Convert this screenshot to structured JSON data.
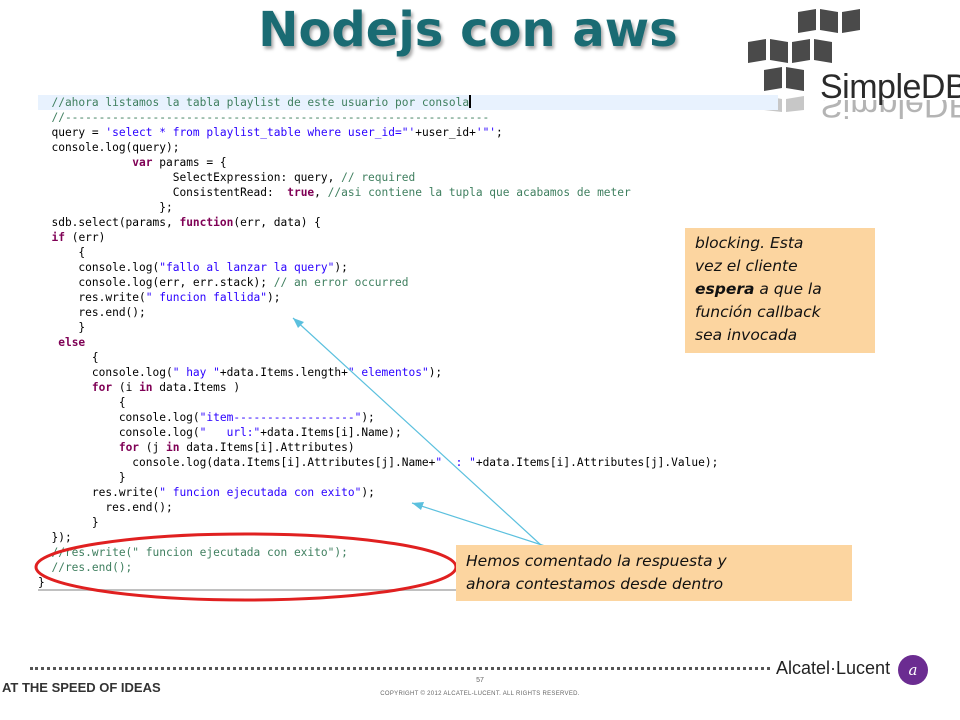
{
  "slide": {
    "title": "Nodejs con aws",
    "logo_text": "SimpleDB",
    "page_number": "57",
    "copyright": "COPYRIGHT © 2012 ALCATEL-LUCENT. ALL RIGHTS RESERVED.",
    "tagline": "AT THE SPEED OF IDEAS",
    "brand": "Alcatel·Lucent",
    "brand_mark": "a",
    "accent_color": "#1a6b73"
  },
  "code": {
    "lines": [
      [
        {
          "t": "  //ahora listamos la tabla playlist de este usuario por consola",
          "c": "com"
        }
      ],
      [
        {
          "t": "  //---------------------------------------------------------------",
          "c": "com"
        }
      ],
      [
        {
          "t": "  query = ",
          "c": ""
        },
        {
          "t": "'select * from playlist_table where user_id=\"'",
          "c": "str"
        },
        {
          "t": "+user_id+",
          "c": ""
        },
        {
          "t": "'\"'",
          "c": "str"
        },
        {
          "t": ";",
          "c": ""
        }
      ],
      [
        {
          "t": "  console.log(query);",
          "c": ""
        }
      ],
      [
        {
          "t": "              ",
          "c": ""
        },
        {
          "t": "var",
          "c": "kw"
        },
        {
          "t": " params = {",
          "c": ""
        }
      ],
      [
        {
          "t": "                    SelectExpression: query, ",
          "c": ""
        },
        {
          "t": "// required",
          "c": "com"
        }
      ],
      [
        {
          "t": "                    ConsistentRead:  ",
          "c": ""
        },
        {
          "t": "true",
          "c": "kw"
        },
        {
          "t": ", ",
          "c": ""
        },
        {
          "t": "//asi contiene la tupla que acabamos de meter",
          "c": "com"
        }
      ],
      [
        {
          "t": "                  };",
          "c": ""
        }
      ],
      [
        {
          "t": "  sdb.select(params, ",
          "c": ""
        },
        {
          "t": "function",
          "c": "kw"
        },
        {
          "t": "(err, data) {",
          "c": ""
        }
      ],
      [
        {
          "t": "  ",
          "c": ""
        },
        {
          "t": "if",
          "c": "kw"
        },
        {
          "t": " (err)",
          "c": ""
        }
      ],
      [
        {
          "t": "      {",
          "c": ""
        }
      ],
      [
        {
          "t": "      console.log(",
          "c": ""
        },
        {
          "t": "\"fallo al lanzar la query\"",
          "c": "str"
        },
        {
          "t": ");",
          "c": ""
        }
      ],
      [
        {
          "t": "      console.log(err, err.stack); ",
          "c": ""
        },
        {
          "t": "// an error occurred",
          "c": "com"
        }
      ],
      [
        {
          "t": "      res.write(",
          "c": ""
        },
        {
          "t": "\" funcion fallida\"",
          "c": "str"
        },
        {
          "t": ");",
          "c": ""
        }
      ],
      [
        {
          "t": "      res.end();",
          "c": ""
        }
      ],
      [
        {
          "t": "      }",
          "c": ""
        }
      ],
      [
        {
          "t": "   ",
          "c": ""
        },
        {
          "t": "else",
          "c": "kw"
        }
      ],
      [
        {
          "t": "        {",
          "c": ""
        }
      ],
      [
        {
          "t": "        console.log(",
          "c": ""
        },
        {
          "t": "\" hay \"",
          "c": "str"
        },
        {
          "t": "+data.Items.length+",
          "c": ""
        },
        {
          "t": "\" elementos\"",
          "c": "str"
        },
        {
          "t": ");",
          "c": ""
        }
      ],
      [
        {
          "t": "        ",
          "c": ""
        },
        {
          "t": "for",
          "c": "kw"
        },
        {
          "t": " (i ",
          "c": ""
        },
        {
          "t": "in",
          "c": "kw"
        },
        {
          "t": " data.Items )",
          "c": ""
        }
      ],
      [
        {
          "t": "            {",
          "c": ""
        }
      ],
      [
        {
          "t": "            console.log(",
          "c": ""
        },
        {
          "t": "\"item------------------\"",
          "c": "str"
        },
        {
          "t": ");",
          "c": ""
        }
      ],
      [
        {
          "t": "            console.log(",
          "c": ""
        },
        {
          "t": "\"   url:\"",
          "c": "str"
        },
        {
          "t": "+data.Items[i].Name);",
          "c": ""
        }
      ],
      [
        {
          "t": "            ",
          "c": ""
        },
        {
          "t": "for",
          "c": "kw"
        },
        {
          "t": " (j ",
          "c": ""
        },
        {
          "t": "in",
          "c": "kw"
        },
        {
          "t": " data.Items[i].Attributes)",
          "c": ""
        }
      ],
      [
        {
          "t": "              console.log(data.Items[i].Attributes[j].Name+",
          "c": ""
        },
        {
          "t": "\"  : \"",
          "c": "str"
        },
        {
          "t": "+data.Items[i].Attributes[j].Value);",
          "c": ""
        }
      ],
      [
        {
          "t": "            }",
          "c": ""
        }
      ],
      [
        {
          "t": "        res.write(",
          "c": ""
        },
        {
          "t": "\" funcion ejecutada con exito\"",
          "c": "str"
        },
        {
          "t": ");",
          "c": ""
        }
      ],
      [
        {
          "t": "          res.end();",
          "c": ""
        }
      ],
      [
        {
          "t": "        }",
          "c": ""
        }
      ],
      [
        {
          "t": "  });",
          "c": ""
        }
      ],
      [
        {
          "t": "  //res.write(\" funcion ejecutada con exito\");",
          "c": "com"
        }
      ],
      [
        {
          "t": "  //res.end();",
          "c": "com"
        }
      ],
      [
        {
          "t": "}",
          "c": ""
        }
      ]
    ]
  },
  "callouts": {
    "first": {
      "line1": "blocking. Esta",
      "line2": "vez el cliente",
      "bold": "espera",
      "line3_rest": " a que la",
      "line4": "función callback",
      "line5": "sea invocada"
    },
    "second": {
      "line1": "Hemos comentado la respuesta y",
      "line2": "ahora contestamos desde dentro"
    },
    "fill_color": "#fcd5a0"
  }
}
